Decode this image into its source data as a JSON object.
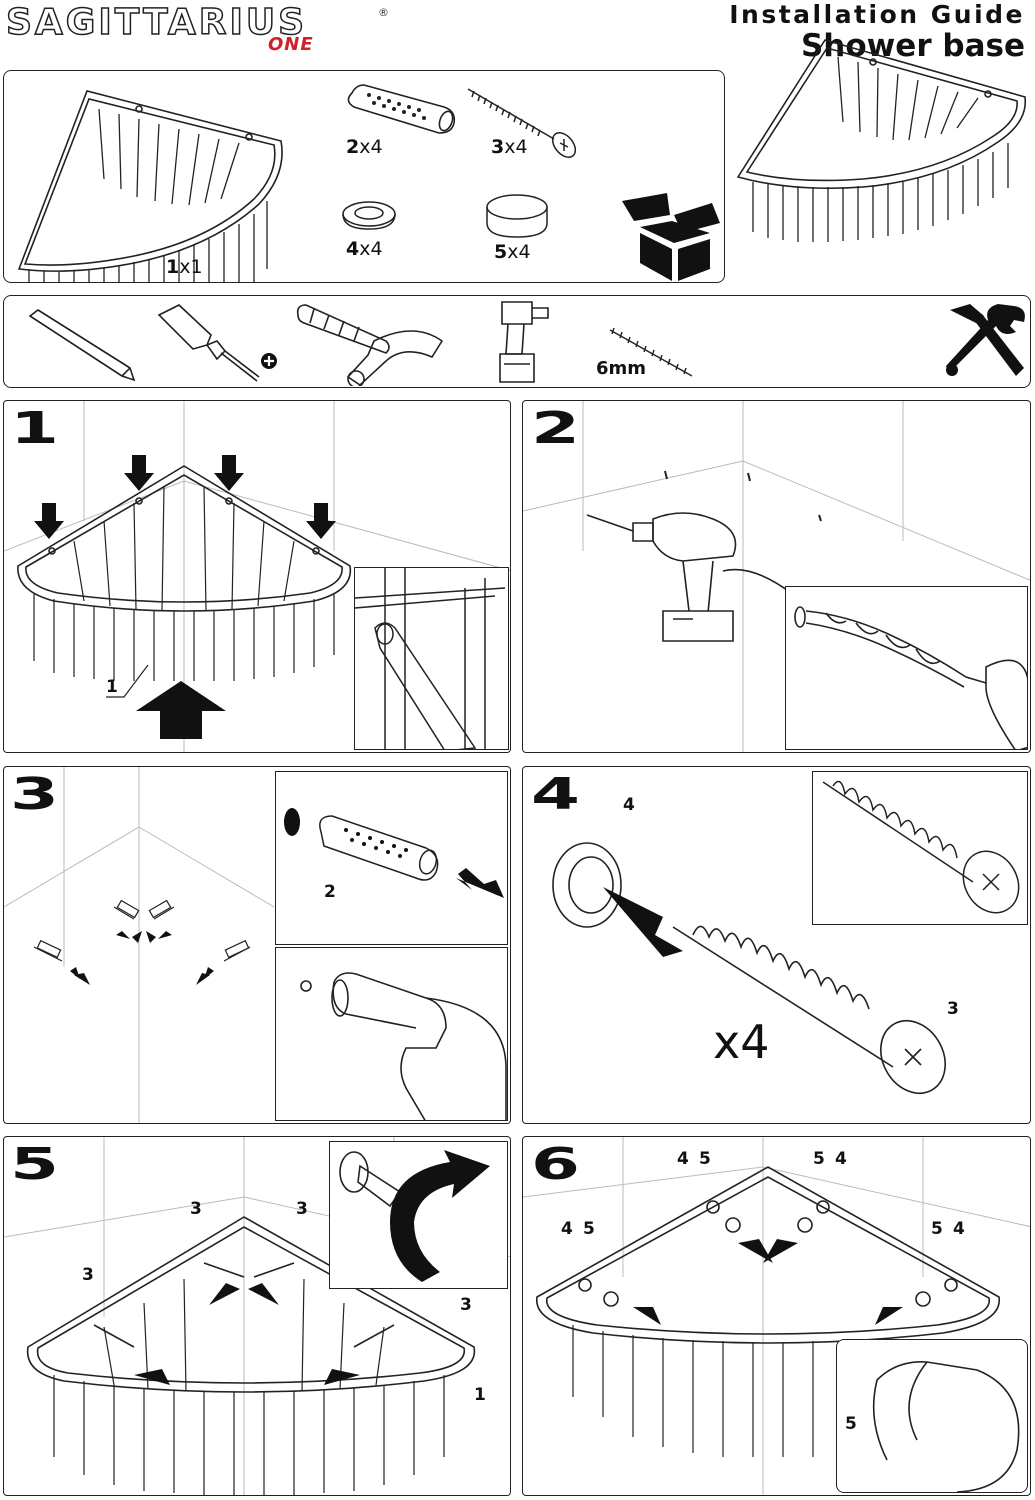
{
  "header": {
    "brand": "SAGITTARIUS",
    "brand_sub": "ONE",
    "registered": "®",
    "title": "Installation Guide",
    "subtitle": "Shower base"
  },
  "parts": [
    {
      "num": "1",
      "qty": "x1"
    },
    {
      "num": "2",
      "qty": "x4"
    },
    {
      "num": "3",
      "qty": "x4"
    },
    {
      "num": "4",
      "qty": "x4"
    },
    {
      "num": "5",
      "qty": "x4"
    }
  ],
  "tools": {
    "drill_bit_label": "6mm",
    "icons": [
      "pencil-icon",
      "screwdriver-icon",
      "hammer-icon",
      "drill-icon",
      "drill-bit-icon",
      "tools-icon"
    ]
  },
  "steps": {
    "s1": {
      "num": "1",
      "callout": "1"
    },
    "s2": {
      "num": "2"
    },
    "s3": {
      "num": "3",
      "callout": "2"
    },
    "s4": {
      "num": "4",
      "callout_top": "4",
      "callout_bottom": "3",
      "multiplier": "x4"
    },
    "s5": {
      "num": "5",
      "c1": "3",
      "c2": "3",
      "c3": "3",
      "c4": "3",
      "c5": "1"
    },
    "s6": {
      "num": "6",
      "a": "4",
      "b": "5",
      "c": "5",
      "d": "4",
      "e": "4",
      "f": "5",
      "g": "5",
      "h": "4",
      "inset": "5"
    }
  }
}
